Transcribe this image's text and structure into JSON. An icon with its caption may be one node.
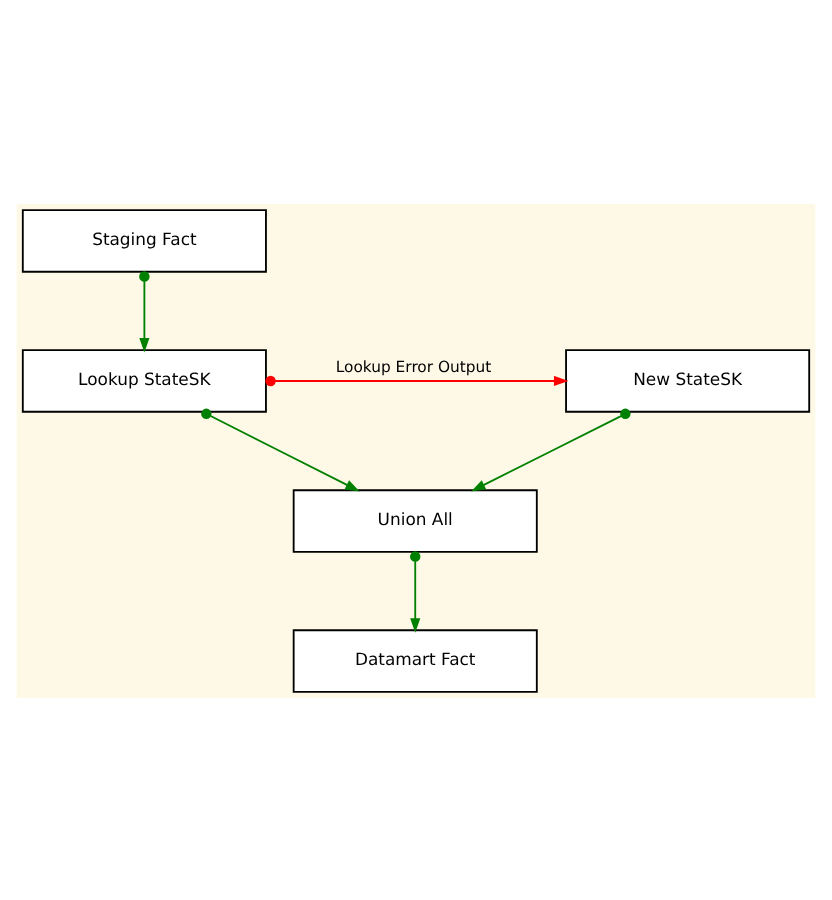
{
  "diagram": {
    "nodes": [
      {
        "text": [
          "Staging Fact"
        ]
      },
      {
        "text": [
          "Lookup StateSK"
        ]
      },
      {
        "text": [
          "New StateSK"
        ]
      },
      {
        "text": [
          "Union All"
        ]
      },
      {
        "text": [
          "Datamart Fact"
        ]
      }
    ],
    "edges": [
      {
        "from": 0,
        "to": 1,
        "arrow": "to"
      },
      {
        "from": 1,
        "to": 2,
        "arrow": "to",
        "label": "Lookup Error Output",
        "color": "#ff0000"
      },
      {
        "from": 1,
        "to": 3,
        "arrow": "to"
      },
      {
        "from": 2,
        "to": 3,
        "arrow": "to"
      },
      {
        "from": 3,
        "to": 4,
        "arrow": "to"
      }
    ]
  }
}
